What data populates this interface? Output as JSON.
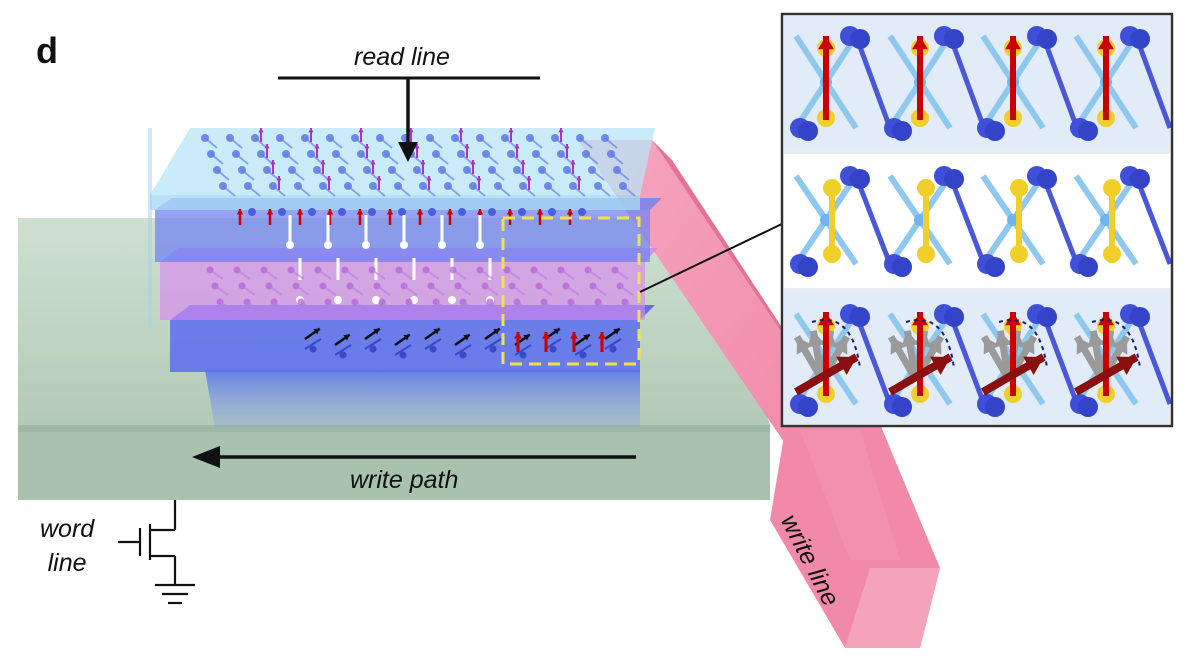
{
  "panel_letter": "d",
  "labels": {
    "read_line": "read line",
    "write_path": "write path",
    "word_line_1": "word",
    "word_line_2": "line",
    "write_line": "write line"
  },
  "colors": {
    "substrate_green": "#bcd2bf",
    "write_line_pink": "#f08aa8",
    "layer_blue": "#5a6df0",
    "layer_light_blue": "#aee0f5",
    "layer_magenta": "#d98af0",
    "atom_blue": "#3f4fd8",
    "atom_yellow": "#f0cf2a",
    "spin_red": "#cc0000",
    "spin_purple": "#b030c8",
    "highlight_yellow": "#f2e24a",
    "inset_frame": "#333333"
  },
  "inset": {
    "rows": [
      {
        "name": "top-layer",
        "spin": "up"
      },
      {
        "name": "middle-layer",
        "spin": "none"
      },
      {
        "name": "bottom-layer",
        "spin": "switching"
      }
    ]
  }
}
